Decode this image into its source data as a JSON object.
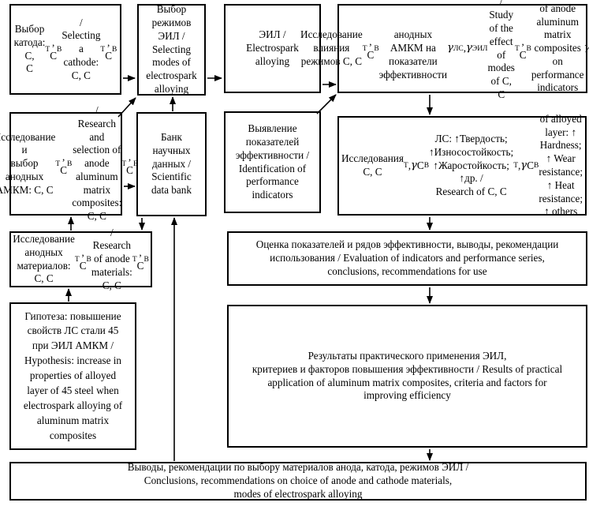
{
  "colors": {
    "line": "#000000",
    "background": "#ffffff",
    "text": "#000000"
  },
  "boxes": {
    "cathode": {
      "html": "Выбор катода: C,<br>C<sub>Т</sub>, C<sub>В</sub> / Selecting a<br>cathode: C, C<sub>Т</sub>, C<sub>В</sub>"
    },
    "modes": {
      "html": "Выбор<br>режимов<br>ЭИЛ /<br>Selecting<br>modes of<br>electrospark<br>alloying"
    },
    "eil": {
      "html": "ЭИЛ /<br>Electrospark<br>alloying"
    },
    "study": {
      "html": "Исследование влияния режимов C, C<sub>Т</sub>, C<sub>В</sub><br>анодных АМКМ на показатели эффективности<br><i>γ</i><sub>ЛС</sub>, <i>γ</i><sub>ЭИЛ</sub> / Study of the effect of modes of C, C<sub>Т</sub>,<br>C<sub>В</sub> of anode aluminum matrix composites on<br>performance indicators <i>γ</i><sub>ЛС</sub>, <i>γ</i><sub>ЭИЛ</sub>"
    },
    "amkm": {
      "html": "Исследование и<br>выбор анодных<br>АМКМ: C, C<sub>Т</sub>, C<sub>В</sub> /<br>Research and<br>selection of anode<br>aluminum matrix<br>composites: C, C<sub>Т</sub>,<br>C<sub>В</sub>"
    },
    "bank": {
      "html": "Банк<br>научных<br>данных /<br>Scientific<br>data bank"
    },
    "identification": {
      "html": "Выявление<br>показателей<br>эффективности /<br>Identification of<br>performance<br>indicators"
    },
    "research_ls": {
      "html": "Исследования C, C<sub>Т</sub>, <i>γ</i>C<sub>В</sub> ЛС: ↑Твердость;<br>↑Износостойкость; ↑Жаростойкость; ↑др. /<br>Research of C, C<sub>Т</sub>, <i>γ</i>C<sub>В</sub> of alloyed layer: ↑<br>Hardness; ↑ Wear resistance; ↑ Heat resistance;<br>↑ others"
    },
    "anode_materials": {
      "html": "Исследование анодных<br>материалов: C, C<sub>Т</sub>, C<sub>В</sub> /<br>Research of anode<br>materials: C, C<sub>Т</sub>, C<sub>В</sub>"
    },
    "hypothesis": {
      "html": "Гипотеза: повышение<br>свойств ЛС стали 45<br>при ЭИЛ АМКМ /<br>Hypothesis: increase in<br>properties of alloyed<br>layer of 45 steel when<br>electrospark alloying of<br>aluminum matrix<br>composites"
    },
    "evaluation": {
      "html": "Оценка показателей и рядов эффективности, выводы, рекомендации<br>использования / Evaluation of indicators and performance series,<br>conclusions, recommendations for use"
    },
    "results": {
      "html": "Результаты практического применения ЭИЛ,<br>критериев и факторов повышения эффективности / Results of practical<br>application of aluminum matrix composites, criteria and factors for<br>improving efficiency"
    },
    "conclusions": {
      "html": "Выводы, рекомендации по выбору материалов анода, катода, режимов ЭИЛ /<br>Conclusions, recommendations on choice of anode and cathode materials,<br>modes of  electrospark alloying"
    }
  },
  "connections": [
    {
      "from": "cathode-selection",
      "to": "mode-selection"
    },
    {
      "from": "mode-selection",
      "to": "electrospark-alloying"
    },
    {
      "from": "electrospark-alloying",
      "to": "modes-study"
    },
    {
      "from": "amkm-selection",
      "to": "mode-selection"
    },
    {
      "from": "data-bank",
      "to": "mode-selection"
    },
    {
      "from": "amkm-selection",
      "to": "data-bank"
    },
    {
      "from": "performance-identification",
      "to": "modes-study"
    },
    {
      "from": "modes-study",
      "to": "alloyed-layer-research"
    },
    {
      "from": "alloyed-layer-research",
      "to": "evaluation"
    },
    {
      "from": "evaluation",
      "to": "practical-results"
    },
    {
      "from": "practical-results",
      "to": "conclusions"
    },
    {
      "from": "data-bank",
      "to": "anode-materials-research"
    },
    {
      "from": "anode-materials-research",
      "to": "amkm-selection"
    },
    {
      "from": "hypothesis",
      "to": "anode-materials-research"
    },
    {
      "from": "conclusions",
      "to": "data-bank"
    }
  ]
}
